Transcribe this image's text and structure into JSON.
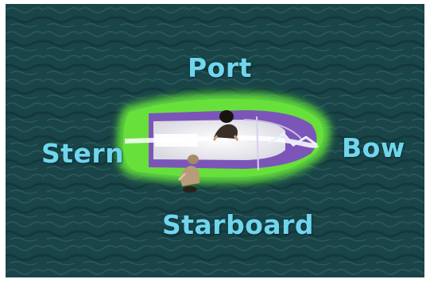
{
  "diagram": {
    "labels": {
      "port": "Port",
      "stern": "Stern",
      "bow": "Bow",
      "starboard": "Starboard"
    },
    "colors": {
      "water": "#1d4a4f",
      "label_text": "#6fd6ee",
      "boat_outline_glow": "#5fdc3a",
      "boat_hull": "#7b56b8",
      "deck": "#f2f2f4"
    },
    "icons": [
      "person-icon",
      "person-icon"
    ]
  }
}
